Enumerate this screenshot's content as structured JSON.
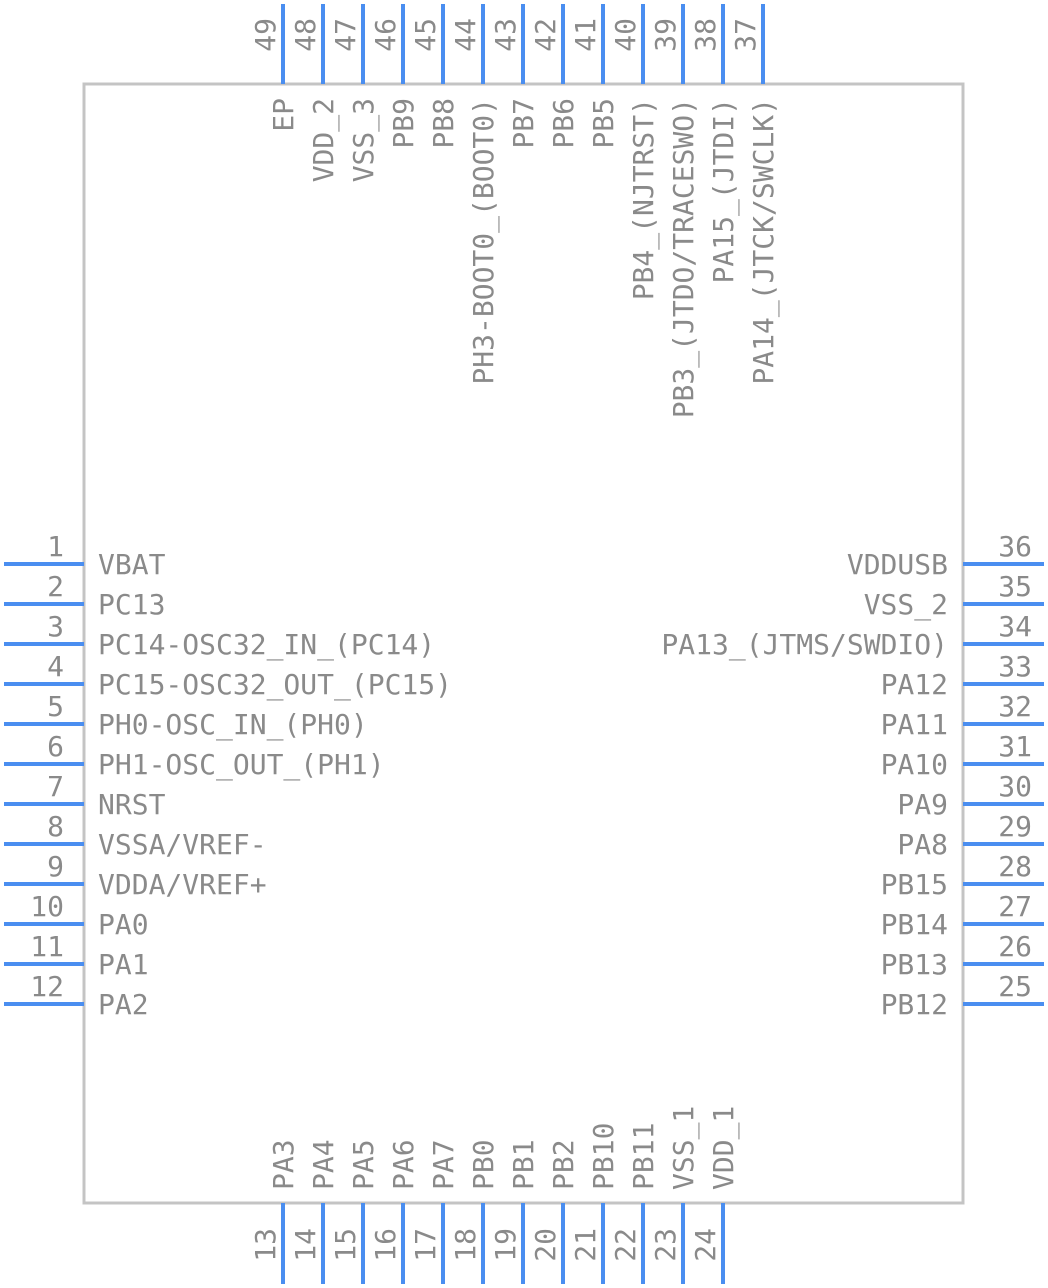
{
  "component": {
    "colors": {
      "pin": "#4a8ef0",
      "outline": "#c4c4c4",
      "text": "#8a8a8a"
    },
    "left_pins": [
      {
        "num": "1",
        "name": "VBAT"
      },
      {
        "num": "2",
        "name": "PC13"
      },
      {
        "num": "3",
        "name": "PC14-OSC32_IN_(PC14)"
      },
      {
        "num": "4",
        "name": "PC15-OSC32_OUT_(PC15)"
      },
      {
        "num": "5",
        "name": "PH0-OSC_IN_(PH0)"
      },
      {
        "num": "6",
        "name": "PH1-OSC_OUT_(PH1)"
      },
      {
        "num": "7",
        "name": "NRST"
      },
      {
        "num": "8",
        "name": "VSSA/VREF-"
      },
      {
        "num": "9",
        "name": "VDDA/VREF+"
      },
      {
        "num": "10",
        "name": "PA0"
      },
      {
        "num": "11",
        "name": "PA1"
      },
      {
        "num": "12",
        "name": "PA2"
      }
    ],
    "right_pins": [
      {
        "num": "36",
        "name": "VDDUSB"
      },
      {
        "num": "35",
        "name": "VSS_2"
      },
      {
        "num": "34",
        "name": "PA13_(JTMS/SWDIO)"
      },
      {
        "num": "33",
        "name": "PA12"
      },
      {
        "num": "32",
        "name": "PA11"
      },
      {
        "num": "31",
        "name": "PA10"
      },
      {
        "num": "30",
        "name": "PA9"
      },
      {
        "num": "29",
        "name": "PA8"
      },
      {
        "num": "28",
        "name": "PB15"
      },
      {
        "num": "27",
        "name": "PB14"
      },
      {
        "num": "26",
        "name": "PB13"
      },
      {
        "num": "25",
        "name": "PB12"
      }
    ],
    "top_pins": [
      {
        "num": "49",
        "name": "EP"
      },
      {
        "num": "48",
        "name": "VDD_2"
      },
      {
        "num": "47",
        "name": "VSS_3"
      },
      {
        "num": "46",
        "name": "PB9"
      },
      {
        "num": "45",
        "name": "PB8"
      },
      {
        "num": "44",
        "name": "PH3-BOOT0_(BOOT0)"
      },
      {
        "num": "43",
        "name": "PB7"
      },
      {
        "num": "42",
        "name": "PB6"
      },
      {
        "num": "41",
        "name": "PB5"
      },
      {
        "num": "40",
        "name": "PB4_(NJTRST)"
      },
      {
        "num": "39",
        "name": "PB3_(JTDO/TRACESWO)"
      },
      {
        "num": "38",
        "name": "PA15_(JTDI)"
      },
      {
        "num": "37",
        "name": "PA14_(JTCK/SWCLK)"
      }
    ],
    "bottom_pins": [
      {
        "num": "13",
        "name": "PA3"
      },
      {
        "num": "14",
        "name": "PA4"
      },
      {
        "num": "15",
        "name": "PA5"
      },
      {
        "num": "16",
        "name": "PA6"
      },
      {
        "num": "17",
        "name": "PA7"
      },
      {
        "num": "18",
        "name": "PB0"
      },
      {
        "num": "19",
        "name": "PB1"
      },
      {
        "num": "20",
        "name": "PB2"
      },
      {
        "num": "21",
        "name": "PB10"
      },
      {
        "num": "22",
        "name": "PB11"
      },
      {
        "num": "23",
        "name": "VSS_1"
      },
      {
        "num": "24",
        "name": "VDD_1"
      }
    ]
  }
}
